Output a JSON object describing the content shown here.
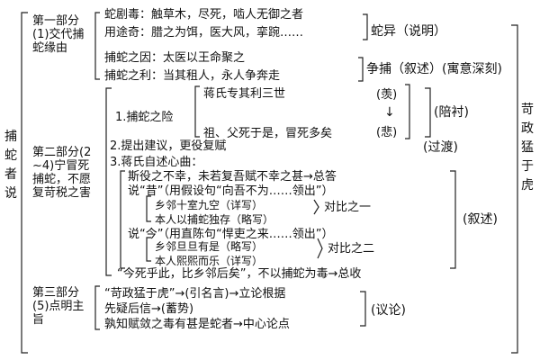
{
  "title_left": "捕蛇者说",
  "title_right": "苛政猛于虎",
  "part1": {
    "label": "第一部分(1)交代捕蛇缘由",
    "lines": [
      "蛇剧毒：触草木，尽死，啮人无御之者",
      "用途奇：腊之为饵，医大风，挛踠……",
      "捕蛇之因：太医以王命聚之",
      "捕蛇之利：当其租人，永人争奔走"
    ],
    "tag_a": "蛇异（说明）",
    "tag_b": "争捕（叙述）(寓意深刻)"
  },
  "part2": {
    "label": "第二部分(2~4)宁冒死捕蛇，不愿复苛税之害",
    "item1": {
      "label": "1.捕蛇之险",
      "line_a": "蒋氏专其利三世",
      "line_b": "祖、父死于是，冒死多矣",
      "note_a": "(羡)",
      "note_b": "(悲)",
      "arrow": "↓",
      "tag": "(陪衬)"
    },
    "item2": {
      "label": "2.提出建议，更役复赋",
      "tag": "(过渡)"
    },
    "item3": {
      "label": "3.蒋氏自述心曲：",
      "l1": "斯役之不幸，未若复吾赋不幸之甚→总答",
      "l2": "说“昔”（用假设句“向吾不为……领出”）",
      "l3": "乡邻十室九空（详写）",
      "l4": "本人以捕蛇独存（略写）",
      "cmp1": "对比之一",
      "l5": "说“今”（用直陈句“悍吏之来……领出”）",
      "l6": "乡邻旦旦有是（略写）",
      "l7": "本人熙熙而乐（详写）",
      "cmp2": "对比之二",
      "l8": "“今死乎此，比乡邻后矣”，不以捕蛇为毒→总收",
      "tag": "(叙述)"
    }
  },
  "part3": {
    "label": "第三部分(5)点明主旨",
    "l1": "“苛政猛于虎”→(引名言)→立论根据",
    "l2": "先疑后信→(蓄势)",
    "l3": "孰知赋敛之毒有甚是蛇者→中心论点",
    "tag": "(议论)"
  }
}
